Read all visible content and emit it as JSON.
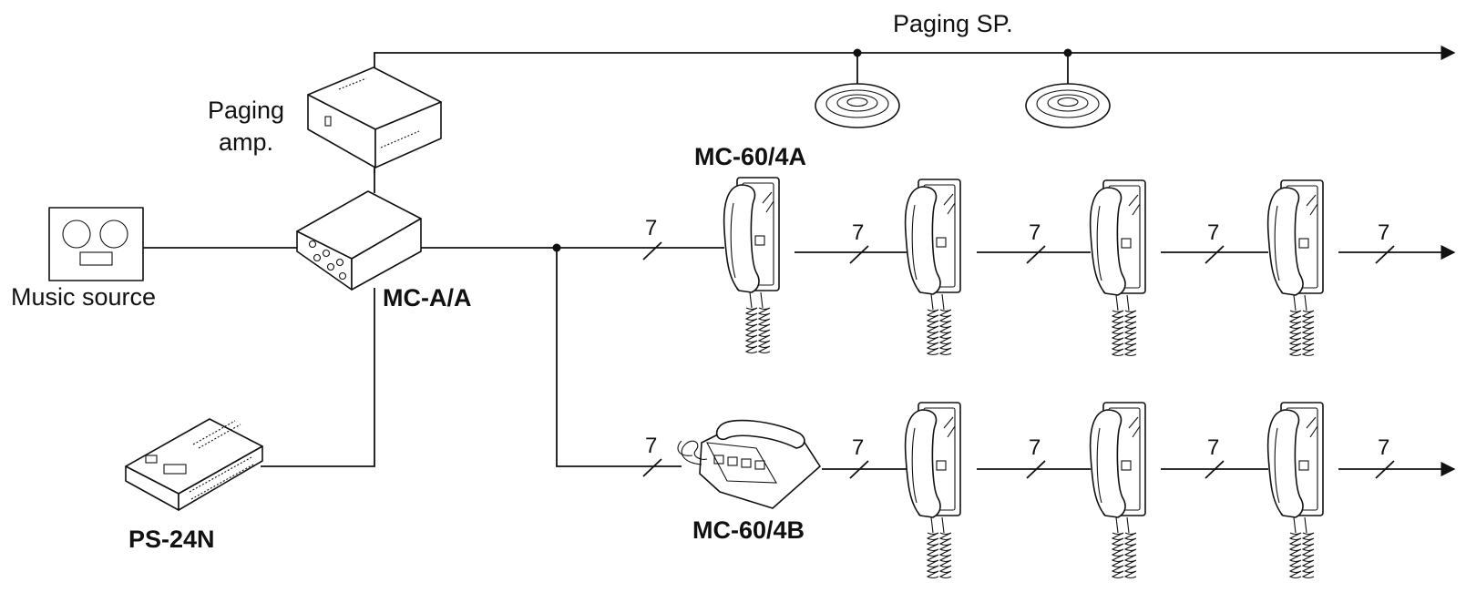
{
  "labels": {
    "paging_sp": "Paging SP.",
    "paging_amp_line1": "Paging",
    "paging_amp_line2": "amp.",
    "music_source": "Music source",
    "mc_aa": "MC-A/A",
    "ps_24n": "PS-24N",
    "mc_60_4a": "MC-60/4A",
    "mc_60_4b": "MC-60/4B"
  },
  "cable_marks": {
    "top_row": [
      "7",
      "7",
      "7",
      "7",
      "7"
    ],
    "bottom_row": [
      "7",
      "7",
      "7",
      "7",
      "7"
    ]
  }
}
